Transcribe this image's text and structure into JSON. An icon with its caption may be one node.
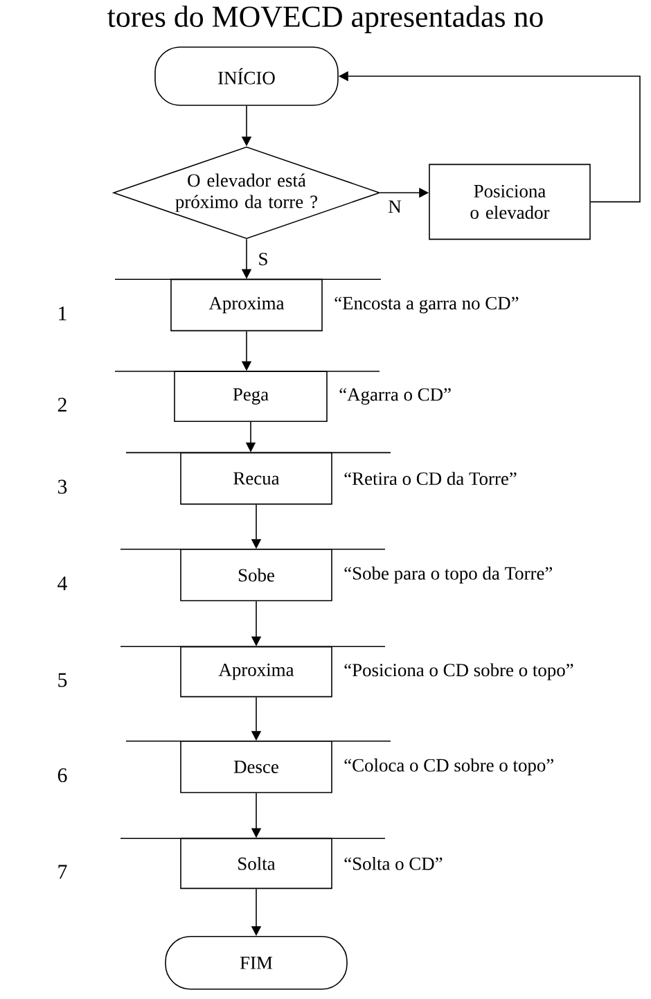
{
  "diagram": {
    "title": "tores do MOVECD apresentadas no",
    "nodes": [
      {
        "text": [
          "INÍCIO"
        ]
      },
      {
        "text": [
          "O elevador está próximo da torre ?"
        ]
      },
      {
        "text": [
          "Posiciona o elevador"
        ]
      },
      {
        "text": [
          "Aproxima"
        ],
        "beside": [
          "“Encosta a garra no CD”"
        ]
      },
      {
        "text": [
          "Pega"
        ],
        "beside": [
          "“Agarra o CD”"
        ]
      },
      {
        "text": [
          "Recua"
        ],
        "beside": [
          "“Retira o CD da Torre”"
        ]
      },
      {
        "text": [
          "Sobe"
        ],
        "beside": [
          "“Sobe para o topo da Torre”"
        ]
      },
      {
        "text": [
          "Aproxima"
        ],
        "beside": [
          "“Posiciona o CD sobre o topo”"
        ]
      },
      {
        "text": [
          "Desce"
        ],
        "beside": [
          "“Coloca o CD sobre o topo”"
        ]
      },
      {
        "text": [
          "Solta"
        ],
        "beside": [
          "“Solta o CD”"
        ]
      },
      {
        "text": [
          "FIM"
        ]
      }
    ],
    "edges": [
      {
        "from": 0,
        "to": 1,
        "arrow": "to"
      },
      {
        "from": 1,
        "to": 2,
        "arrow": "to",
        "label": "N"
      },
      {
        "from": 1,
        "to": 3,
        "arrow": "to",
        "label": "S"
      },
      {
        "from": 2,
        "to": 0,
        "arrow": "to"
      },
      {
        "from": 3,
        "to": 4,
        "arrow": "to"
      },
      {
        "from": 4,
        "to": 5,
        "arrow": "to"
      },
      {
        "from": 5,
        "to": 6,
        "arrow": "to"
      },
      {
        "from": 6,
        "to": 7,
        "arrow": "to"
      },
      {
        "from": 7,
        "to": 8,
        "arrow": "to"
      },
      {
        "from": 8,
        "to": 9,
        "arrow": "to"
      },
      {
        "from": 9,
        "to": 10,
        "arrow": "to"
      }
    ],
    "labels": [
      "1",
      "2",
      "3",
      "4",
      "5",
      "6",
      "7"
    ]
  }
}
